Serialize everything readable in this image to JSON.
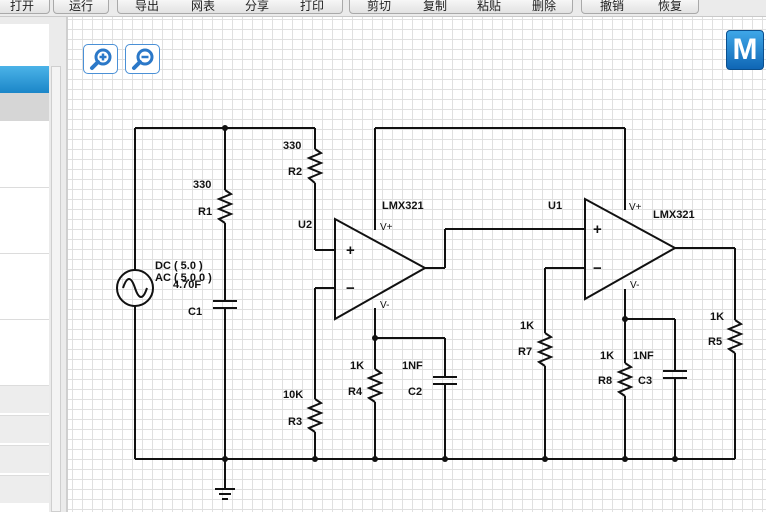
{
  "toolbar": {
    "open": "打开",
    "run": "运行",
    "export": "导出",
    "netlist": "网表",
    "share": "分享",
    "print": "打印",
    "cut": "剪切",
    "copy": "复制",
    "paste": "粘贴",
    "delete": "删除",
    "undo": "撤销",
    "redo": "恢复"
  },
  "canvas": {
    "logo_letter": "M",
    "zoom_in_icon": "zoom-in-icon",
    "zoom_out_icon": "zoom-out-icon"
  },
  "schematic": {
    "source": {
      "dc": "DC ( 5.0 )",
      "ac": "AC ( 5.0 0 )"
    },
    "R1": {
      "name": "R1",
      "value": "330"
    },
    "R2": {
      "name": "R2",
      "value": "330"
    },
    "R3": {
      "name": "R3",
      "value": "10K"
    },
    "R4": {
      "name": "R4",
      "value": "1K"
    },
    "R5": {
      "name": "R5",
      "value": "1K"
    },
    "R7": {
      "name": "R7",
      "value": "1K"
    },
    "R8": {
      "name": "R8",
      "value": "1K"
    },
    "C1": {
      "name": "C1",
      "value": "4.70F"
    },
    "C2": {
      "name": "C2",
      "value": "1NF"
    },
    "C3": {
      "name": "C3",
      "value": "1NF"
    },
    "U1": {
      "name": "U1",
      "model": "LMX321",
      "plus": "+",
      "minus": "−",
      "vplus": "V+",
      "vminus": "V-"
    },
    "U2": {
      "name": "U2",
      "model": "LMX321",
      "plus": "+",
      "minus": "−",
      "vplus": "V+",
      "vminus": "V-"
    }
  }
}
